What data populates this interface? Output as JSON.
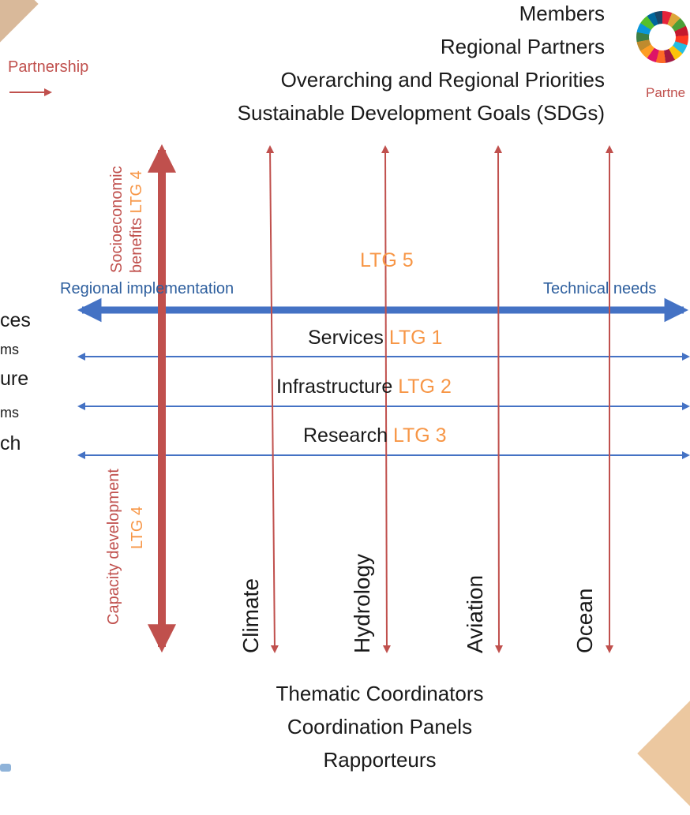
{
  "corner_label": "Partnership",
  "corner_label_right": "Partne",
  "top_lines": [
    "Members",
    "Regional Partners",
    "Overarching and Regional Priorities",
    "Sustainable Development Goals (SDGs)"
  ],
  "bottom_lines": [
    "Thematic Coordinators",
    "Coordination Panels",
    "Rapporteurs"
  ],
  "socio": {
    "line1": "Socioeconomic",
    "line2": "benefits",
    "ltg": "LTG 4"
  },
  "capacity": {
    "line1": "Capacity development",
    "ltg": "LTG 4"
  },
  "ltg5": "LTG 5",
  "regional_implementation": "Regional implementation",
  "technical_needs": "Technical needs",
  "rows": [
    {
      "label": "Services",
      "ltg": "LTG 1"
    },
    {
      "label": "Infrastructure",
      "ltg": "LTG 2"
    },
    {
      "label": "Research",
      "ltg": "LTG 3"
    }
  ],
  "left_fragments": [
    "ces",
    "ms",
    "ure",
    "ms",
    "ch"
  ],
  "themes": [
    "Climate",
    "Hydrology",
    "Aviation",
    "Ocean"
  ],
  "colors": {
    "red": "#c0504d",
    "blue": "#4472c4",
    "orange": "#f79646"
  }
}
